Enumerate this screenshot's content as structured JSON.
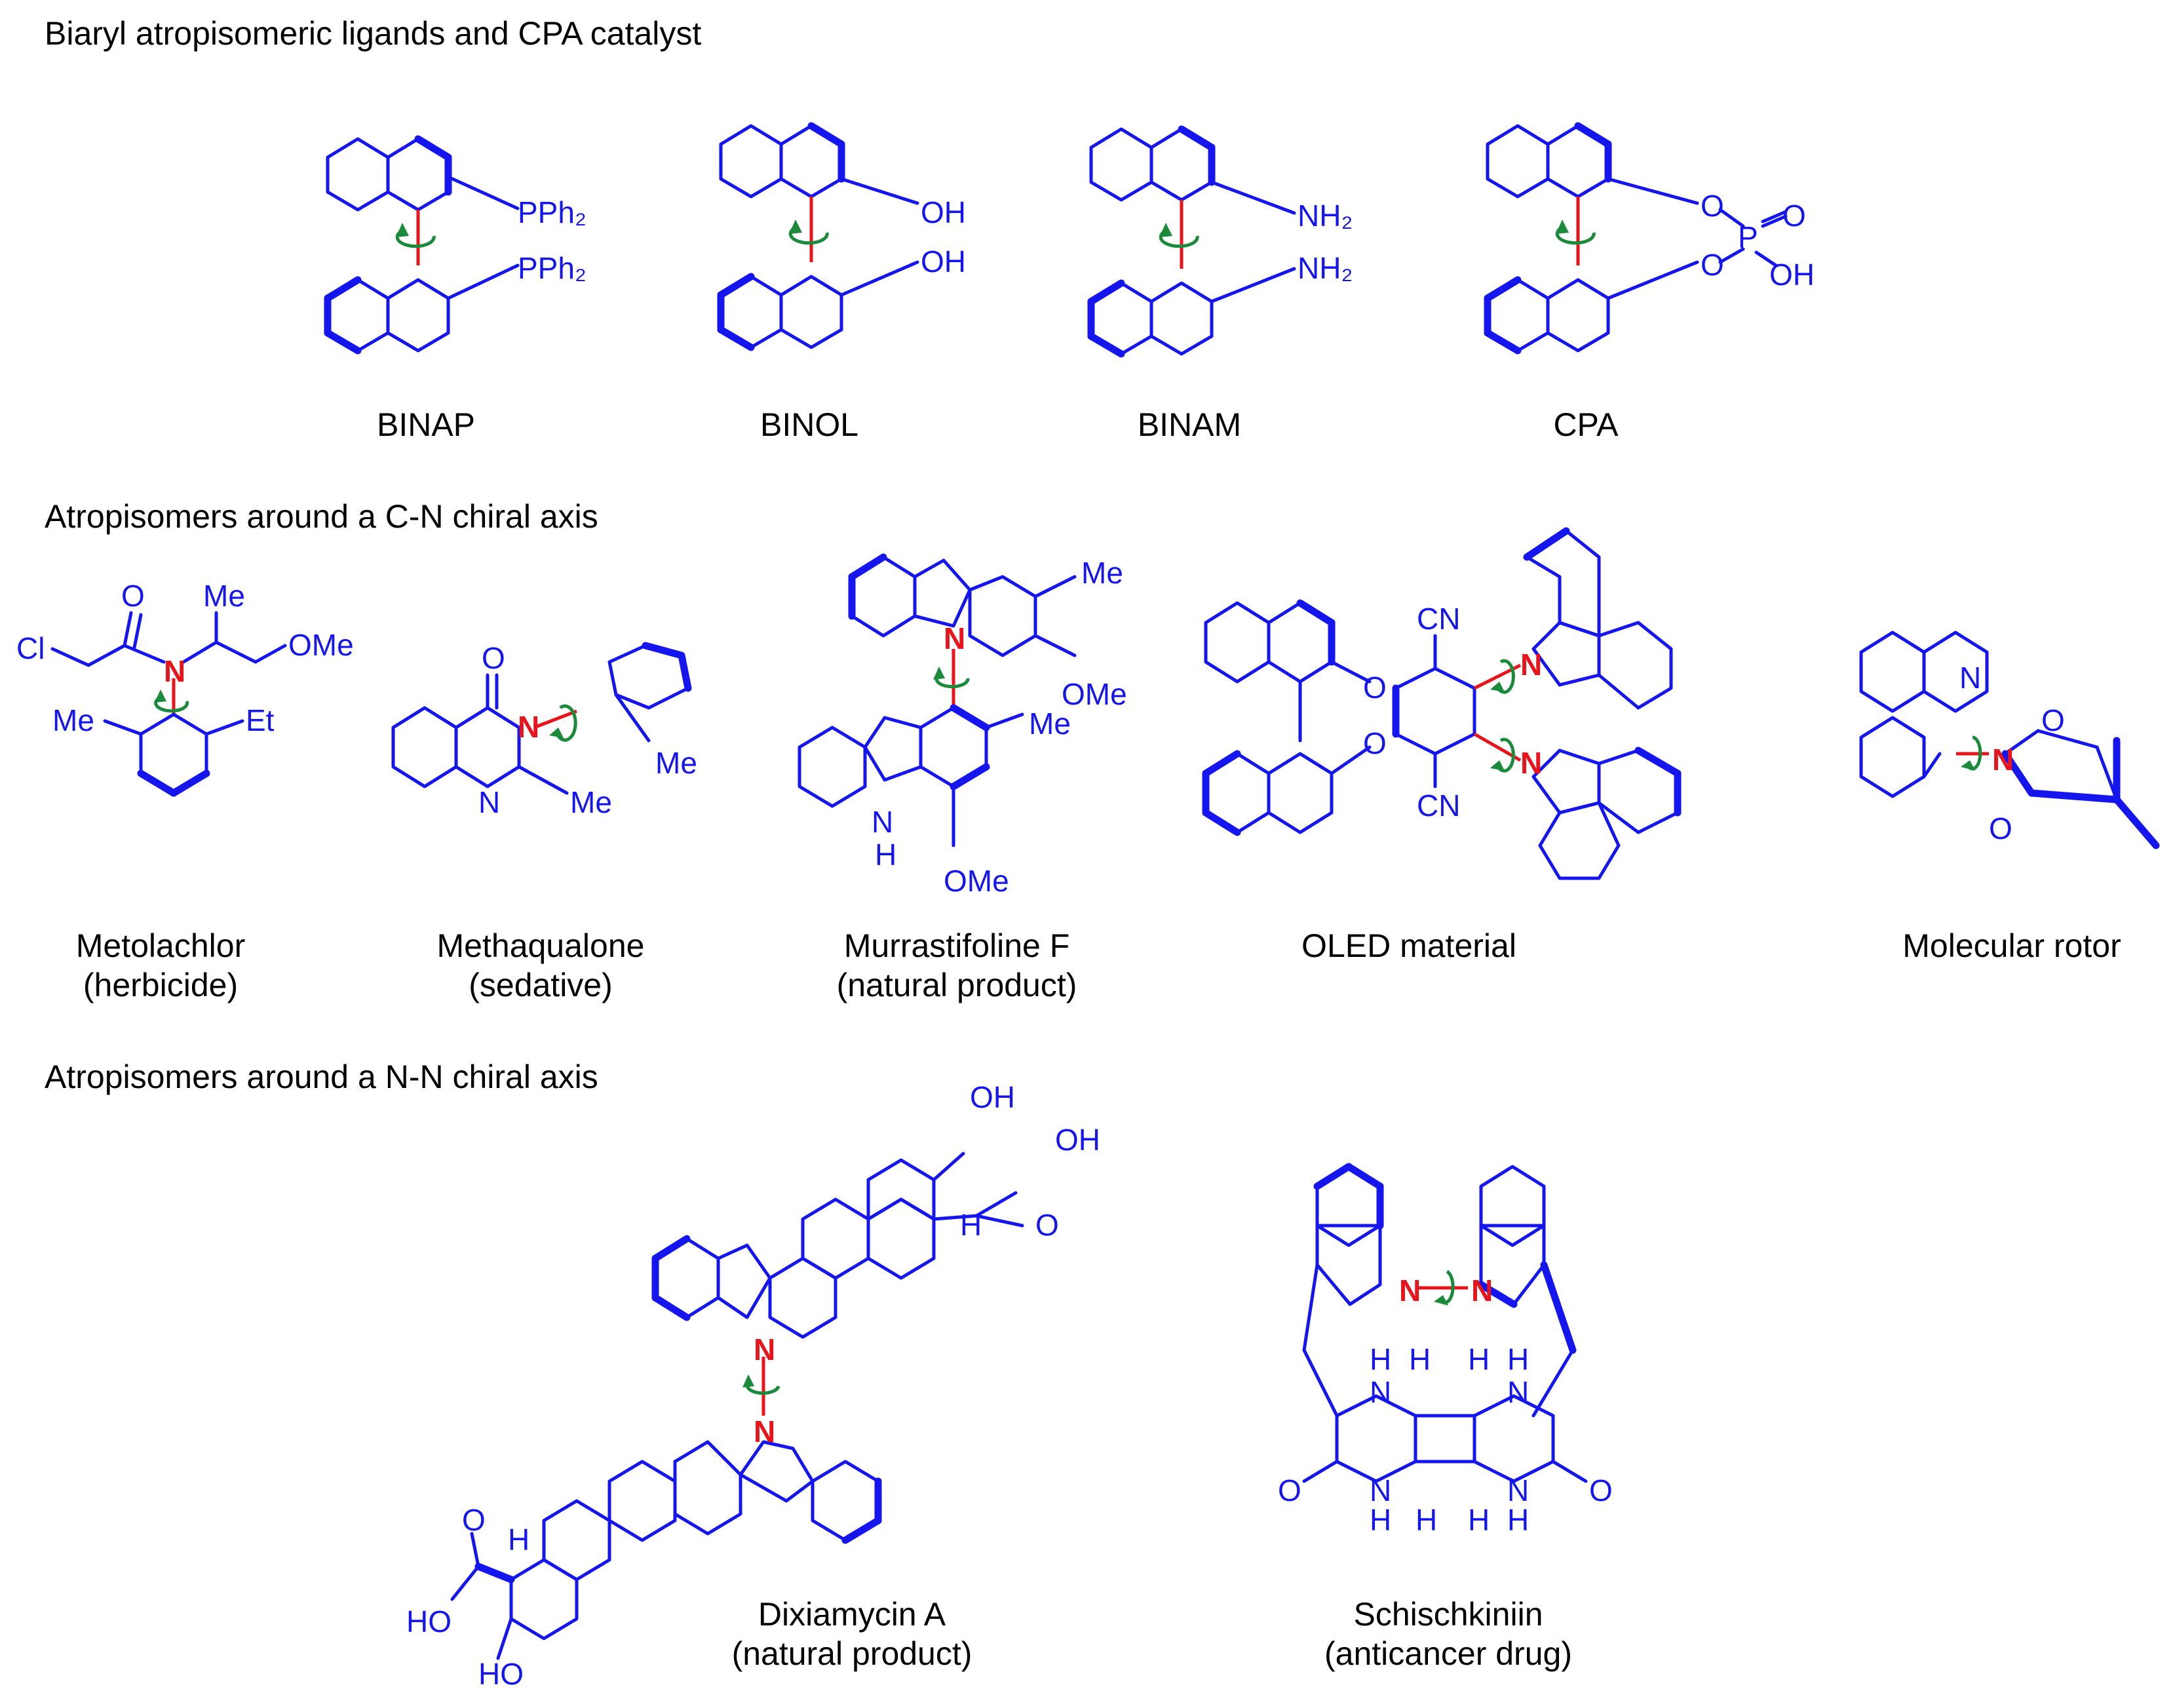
{
  "sections": [
    {
      "title": "Biaryl atropisomeric ligands and CPA catalyst",
      "structures": [
        {
          "caption": "BINAP",
          "subcaption": ""
        },
        {
          "caption": "BINOL",
          "subcaption": ""
        },
        {
          "caption": "BINAM",
          "subcaption": ""
        },
        {
          "caption": "CPA",
          "subcaption": ""
        }
      ]
    },
    {
      "title": "Atropisomers around a C-N chiral axis",
      "structures": [
        {
          "caption": "Metolachlor",
          "subcaption": "(herbicide)"
        },
        {
          "caption": "Methaqualone",
          "subcaption": "(sedative)"
        },
        {
          "caption": "Murrastifoline F",
          "subcaption": "(natural product)"
        },
        {
          "caption": "OLED material",
          "subcaption": ""
        },
        {
          "caption": "Molecular rotor",
          "subcaption": ""
        }
      ]
    },
    {
      "title": "Atropisomers around a N-N chiral axis",
      "structures": [
        {
          "caption": "Dixiamycin A",
          "subcaption": "(natural product)"
        },
        {
          "caption": "Schischkiniin",
          "subcaption": "(anticancer drug)"
        }
      ]
    }
  ],
  "atom_labels": {
    "pph2": "PPh₂",
    "oh": "OH",
    "nh2": "NH₂",
    "o": "O",
    "p": "P",
    "n": "N",
    "h": "H",
    "me": "Me",
    "et": "Et",
    "cl": "Cl",
    "ome": "OMe",
    "cn": "CN",
    "ho": "HO"
  },
  "colors": {
    "bond": "#1515ee",
    "axis_bond": "#e8141c",
    "rotation_arrow": "#1b8a3a",
    "text": "#000000"
  }
}
